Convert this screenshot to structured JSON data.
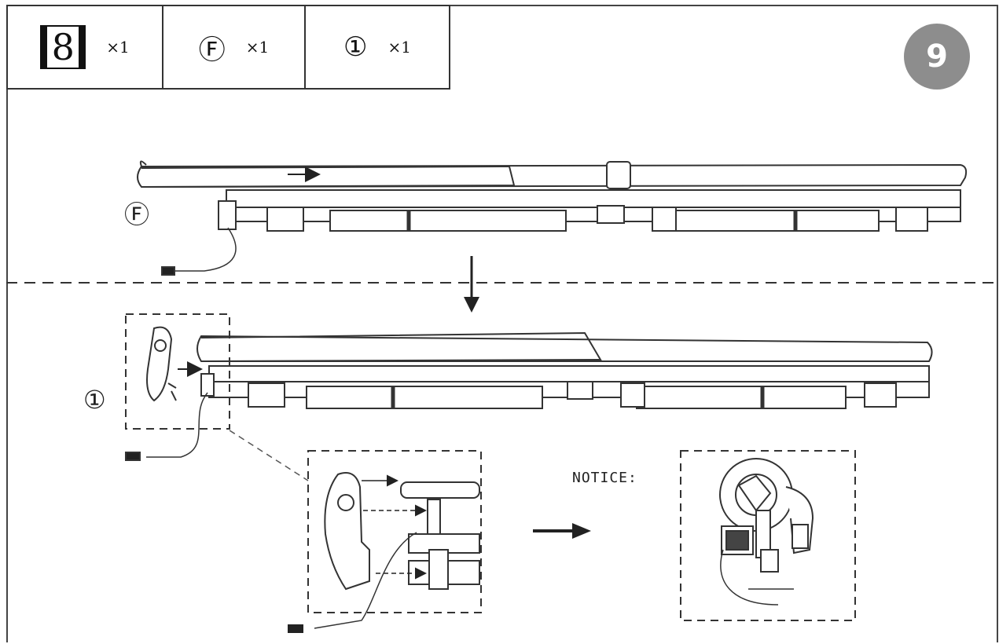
{
  "parts": [
    {
      "symbol": "8",
      "qty": "×1",
      "icon": "hardware-part-8-icon"
    },
    {
      "symbol": "Ⓕ",
      "qty": "×1",
      "icon": "part-f-icon"
    },
    {
      "symbol": "①",
      "qty": "×1",
      "icon": "part-1-icon"
    }
  ],
  "step": {
    "number": "9"
  },
  "labels": {
    "upper_part": "Ⓕ",
    "lower_part": "①",
    "notice": "NOTICE:"
  },
  "colors": {
    "line": "#333333",
    "badge": "#8d8d8d"
  }
}
